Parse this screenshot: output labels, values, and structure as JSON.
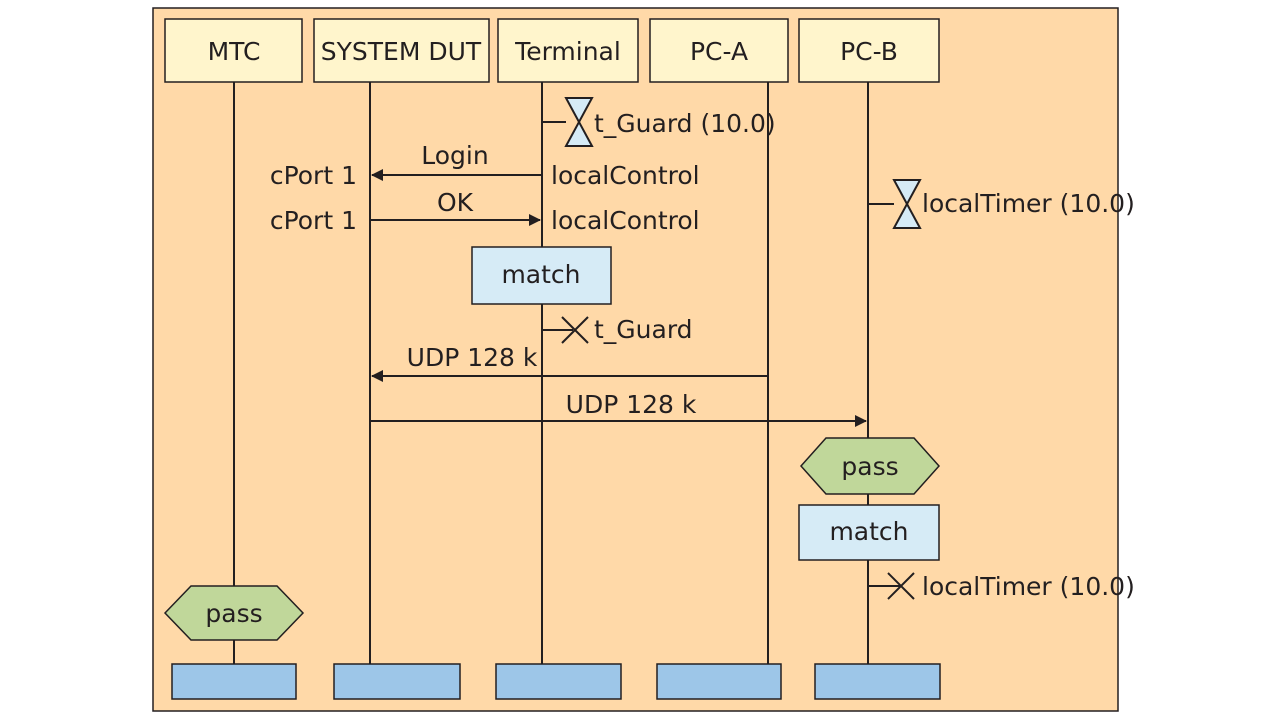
{
  "colors": {
    "background": "#ffd9a8",
    "frame": "#231f20",
    "header_box": "#fff5cc",
    "match_box": "#d6ebf6",
    "pass_hex": "#c0d79a",
    "footer_box": "#9dc6e8"
  },
  "lifelines": [
    "MTC",
    "SYSTEM DUT",
    "Terminal",
    "PC-A",
    "PC-B"
  ],
  "messages": [
    {
      "label": "Login",
      "from": "Terminal",
      "to": "SYSTEM DUT"
    },
    {
      "label": "OK",
      "from": "SYSTEM DUT",
      "to": "Terminal"
    },
    {
      "label": "UDP 128 k",
      "from": "PC-A",
      "to": "SYSTEM DUT"
    },
    {
      "label": "UDP 128 k",
      "from": "SYSTEM DUT",
      "to": "PC-B"
    }
  ],
  "port_labels": [
    "cPort 1",
    "cPort 1"
  ],
  "terminal_port_labels": [
    "localControl",
    "localControl"
  ],
  "timers": [
    {
      "lifeline": "Terminal",
      "event": "start",
      "label": "t_Guard (10.0)"
    },
    {
      "lifeline": "PC-B",
      "event": "start",
      "label": "localTimer (10.0)"
    },
    {
      "lifeline": "Terminal",
      "event": "stop",
      "label": "t_Guard"
    },
    {
      "lifeline": "PC-B",
      "event": "stop",
      "label": "localTimer (10.0)"
    }
  ],
  "match_boxes": [
    {
      "lifeline": "Terminal",
      "label": "match"
    },
    {
      "lifeline": "PC-B",
      "label": "match"
    }
  ],
  "verdicts": [
    {
      "lifeline": "PC-B",
      "label": "pass"
    },
    {
      "lifeline": "MTC",
      "label": "pass"
    }
  ]
}
